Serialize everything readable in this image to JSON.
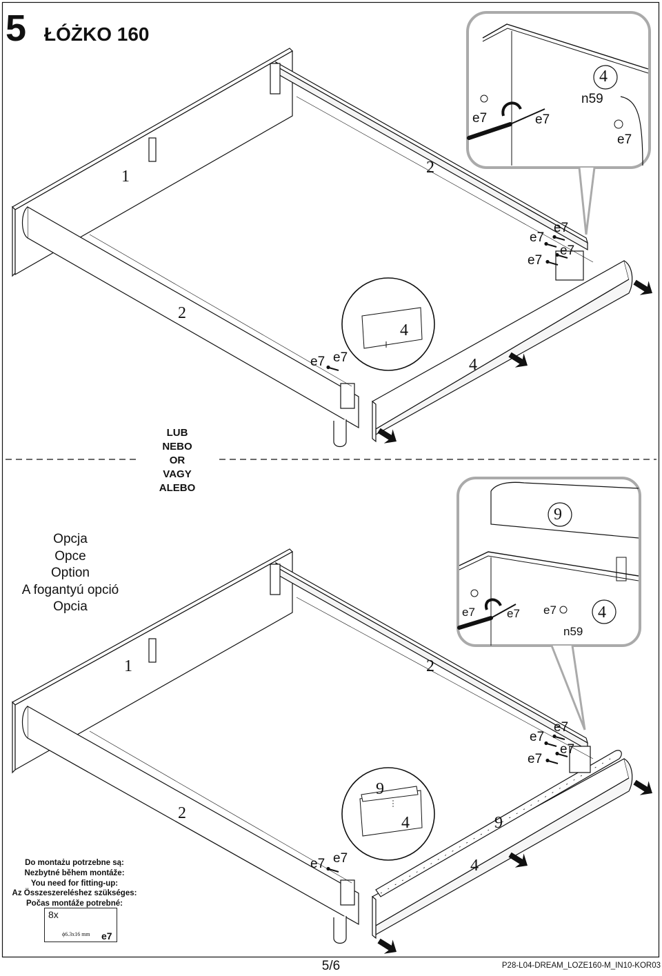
{
  "step": {
    "number": "5",
    "title": "ŁÓŻKO 160"
  },
  "alternative": {
    "lines": [
      "LUB",
      "NEBO",
      "OR",
      "VAGY",
      "ALEBO"
    ]
  },
  "option": {
    "lines": [
      "Opcja",
      "Opce",
      "Option",
      "A fogantyú opció",
      "Opcia"
    ]
  },
  "requirements": {
    "lines": [
      "Do montażu potrzebne są:",
      "Nezbytné během montáže:",
      "You need for fitting-up:",
      "Az Összeszereléshez szükséges:",
      "Počas montáže potrebné:"
    ],
    "quantity": "8x",
    "dimension": "ϕ6.3x16 mm",
    "code": "e7"
  },
  "callouts": {
    "part1": "1",
    "part2": "2",
    "part4": "4",
    "part9": "9",
    "screw": "e7",
    "nut": "n59"
  },
  "footer": {
    "page": "5/6",
    "doc_code": "P28-L04-DREAM_LOZE160-M_IN10-KOR03"
  }
}
